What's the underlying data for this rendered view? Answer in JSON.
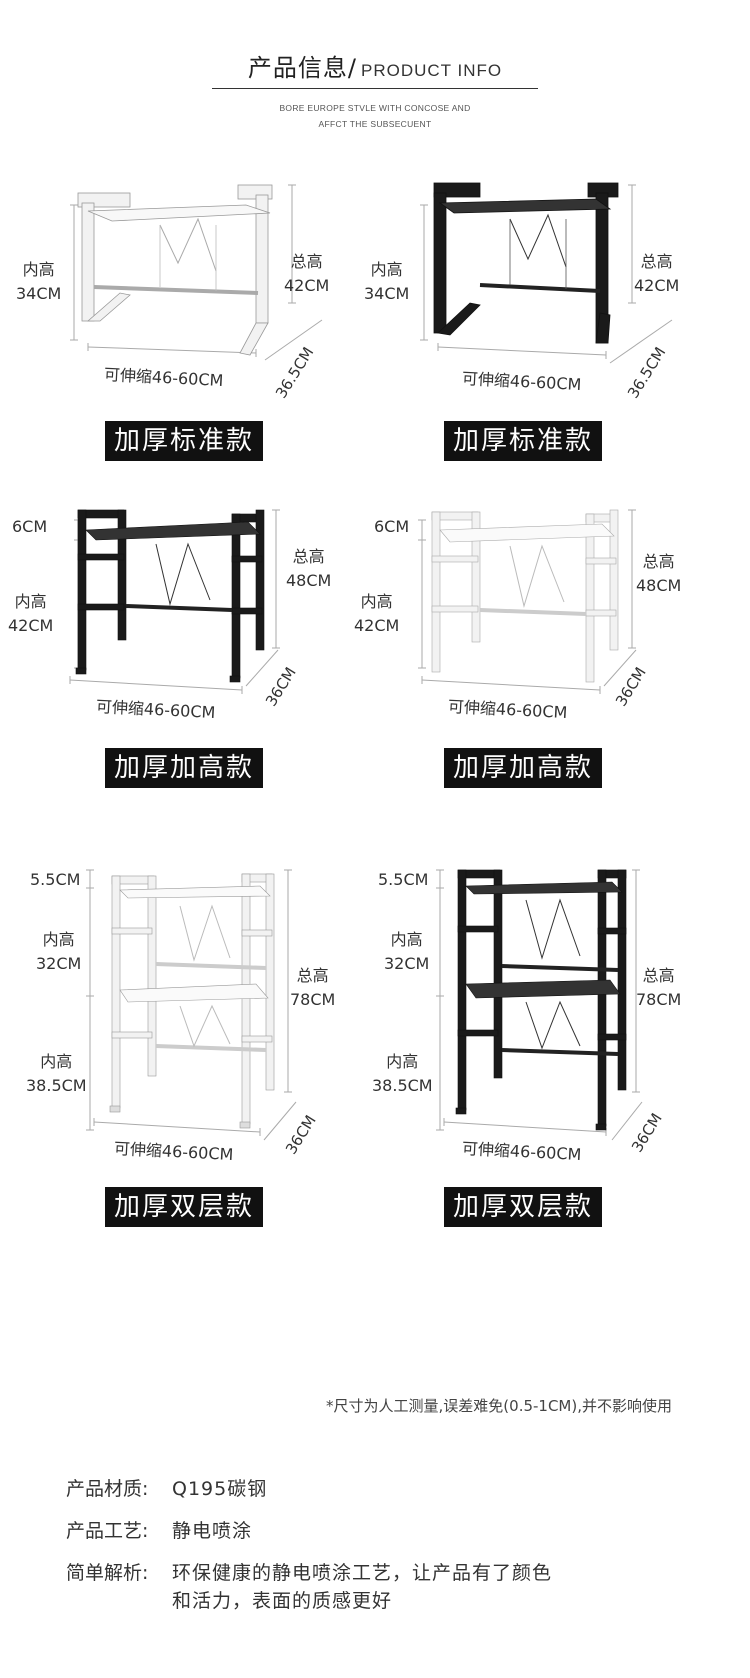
{
  "header": {
    "title_cn": "产品信息/",
    "title_en": "PRODUCT INFO",
    "subtitle_line1": "BORE EUROPE STVLE WITH CONCOSE AND",
    "subtitle_line2": "AFFCT THE SUBSECUENT"
  },
  "products": [
    {
      "color": "#f2f2f2",
      "inner_label": "内高",
      "inner_value": "34CM",
      "total_label": "总高",
      "total_value": "42CM",
      "depth": "36.5CM",
      "width": "可伸缩46-60CM",
      "badge": "加厚标准款"
    },
    {
      "color": "#1a1a1a",
      "inner_label": "内高",
      "inner_value": "34CM",
      "total_label": "总高",
      "total_value": "42CM",
      "depth": "36.5CM",
      "width": "可伸缩46-60CM",
      "badge": "加厚标准款"
    },
    {
      "color": "#1a1a1a",
      "top_gap": "6CM",
      "inner_label": "内高",
      "inner_value": "42CM",
      "total_label": "总高",
      "total_value": "48CM",
      "depth": "36CM",
      "width": "可伸缩46-60CM",
      "badge": "加厚加高款"
    },
    {
      "color": "#f2f2f2",
      "top_gap": "6CM",
      "inner_label": "内高",
      "inner_value": "42CM",
      "total_label": "总高",
      "total_value": "48CM",
      "depth": "36CM",
      "width": "可伸缩46-60CM",
      "badge": "加厚加高款"
    },
    {
      "color": "#f2f2f2",
      "top_gap": "5.5CM",
      "inner1_label": "内高",
      "inner1_value": "32CM",
      "inner2_label": "内高",
      "inner2_value": "38.5CM",
      "total_label": "总高",
      "total_value": "78CM",
      "depth": "36CM",
      "width": "可伸缩46-60CM",
      "badge": "加厚双层款"
    },
    {
      "color": "#1a1a1a",
      "top_gap": "5.5CM",
      "inner1_label": "内高",
      "inner1_value": "32CM",
      "inner2_label": "内高",
      "inner2_value": "38.5CM",
      "total_label": "总高",
      "total_value": "78CM",
      "depth": "36CM",
      "width": "可伸缩46-60CM",
      "badge": "加厚双层款"
    }
  ],
  "note": "*尺寸为人工测量,误差难免(0.5-1CM),并不影响使用",
  "specs": {
    "material_label": "产品材质:",
    "material_value": "Q195碳钢",
    "process_label": "产品工艺:",
    "process_value": "静电喷涂",
    "desc_label": "简单解析:",
    "desc_line1": "环保健康的静电喷涂工艺，让产品有了颜色",
    "desc_line2": "和活力，表面的质感更好"
  }
}
